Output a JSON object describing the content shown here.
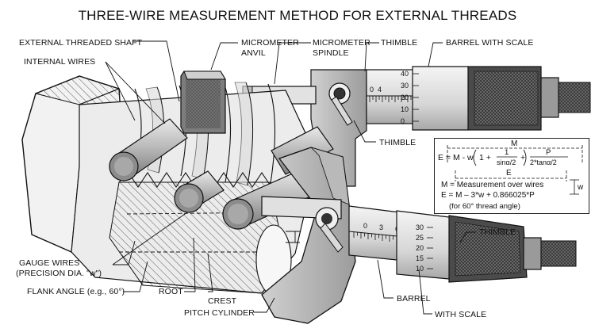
{
  "title": "THREE-WIRE MEASUREMENT METHOD FOR EXTERNAL THREADS",
  "labels": {
    "external_threaded_shaft": "EXTERNAL THREADED SHAFT",
    "internal_wires": "INTERNAL WIRES",
    "micrometer_anvil_1": "MICROMETER",
    "micrometer_anvil_2": "ANVIL",
    "micrometer_spindle_1": "MICROMETER",
    "micrometer_spindle_2": "SPINDLE",
    "thimble_top": "THIMBLE",
    "barrel_with_scale_top": "BARREL WITH SCALE",
    "thimble_mid": "THIMBLE",
    "thimble_bottom": "THIMBLE",
    "gauge_wires_1": "GAUGE WIRES",
    "gauge_wires_2": "(PRECISION DIA. \"w\")",
    "flank_angle": "FLANK ANGLE (e.g., 60°)",
    "root": "ROOT",
    "crest": "CREST",
    "pitch_cylinder": "PITCH CYLINDER",
    "barrel_bottom": "BARREL",
    "with_scale_bottom": "WITH SCALE"
  },
  "formula": {
    "m_label": "M",
    "e_label": "E",
    "w_label": "w",
    "main_lhs": "E = M - w",
    "one": "1 +",
    "frac1_num": "1",
    "frac1_den": "sinα/2",
    "plus": "+",
    "frac2_num": "P",
    "frac2_den": "2*tanα/2",
    "def_m": "M = Measurement over wires",
    "simplified": "E = M – 3*w + 0.866025*P",
    "note": "(for 60° thread angle)"
  },
  "scales": {
    "top_barrel_ticks": [
      "0",
      "4"
    ],
    "top_thimble_ticks": [
      "40",
      "30",
      "20",
      "10",
      "0"
    ],
    "bottom_barrel_ticks": [
      "0",
      "3",
      "6"
    ],
    "bottom_thimble_ticks": [
      "30",
      "25",
      "20",
      "15",
      "10"
    ]
  },
  "colors": {
    "ink": "#111111",
    "metal_light": "#e6e6e6",
    "metal_mid": "#c4c4c4",
    "metal_dark": "#8a8a8a",
    "wire": "#bdbdbd"
  }
}
